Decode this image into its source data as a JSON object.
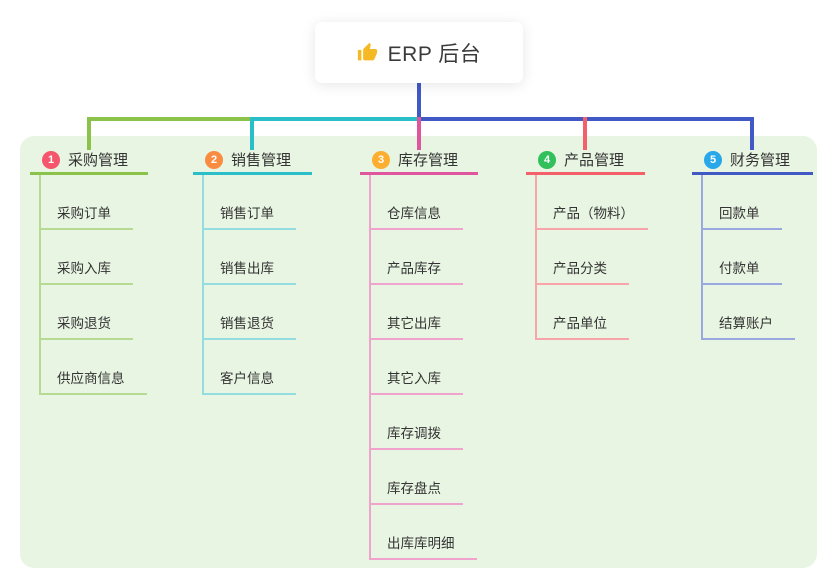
{
  "root": {
    "title": "ERP 后台",
    "icon": "thumbs-up"
  },
  "colors": {
    "canvas_bg": "#ffffff",
    "panel_bg": "#e9f5e3",
    "text": "#333333",
    "root_connector": "#4159c5",
    "thumb_icon": "#f6b926"
  },
  "branches": [
    {
      "badge": "1",
      "label": "采购管理",
      "badge_color": "#f4566c",
      "line_color": "#8bc34a",
      "line_light": "#b7da93",
      "items": [
        "采购订单",
        "采购入库",
        "采购退货",
        "供应商信息"
      ]
    },
    {
      "badge": "2",
      "label": "销售管理",
      "badge_color": "#fa8c42",
      "line_color": "#29bec8",
      "line_light": "#93dde1",
      "items": [
        "销售订单",
        "销售出库",
        "销售退货",
        "客户信息"
      ]
    },
    {
      "badge": "3",
      "label": "库存管理",
      "badge_color": "#fbae2f",
      "line_color": "#e0569e",
      "line_light": "#efa3cd",
      "items": [
        "仓库信息",
        "产品库存",
        "其它出库",
        "其它入库",
        "库存调拨",
        "库存盘点",
        "出库库明细"
      ]
    },
    {
      "badge": "4",
      "label": "产品管理",
      "badge_color": "#32c05c",
      "line_color": "#f4606a",
      "line_light": "#f9a3ab",
      "items": [
        "产品（物料）",
        "产品分类",
        "产品单位"
      ]
    },
    {
      "badge": "5",
      "label": "财务管理",
      "badge_color": "#28a7e9",
      "line_color": "#4159c5",
      "line_light": "#99a8de",
      "items": [
        "回款单",
        "付款单",
        "结算账户"
      ]
    }
  ]
}
